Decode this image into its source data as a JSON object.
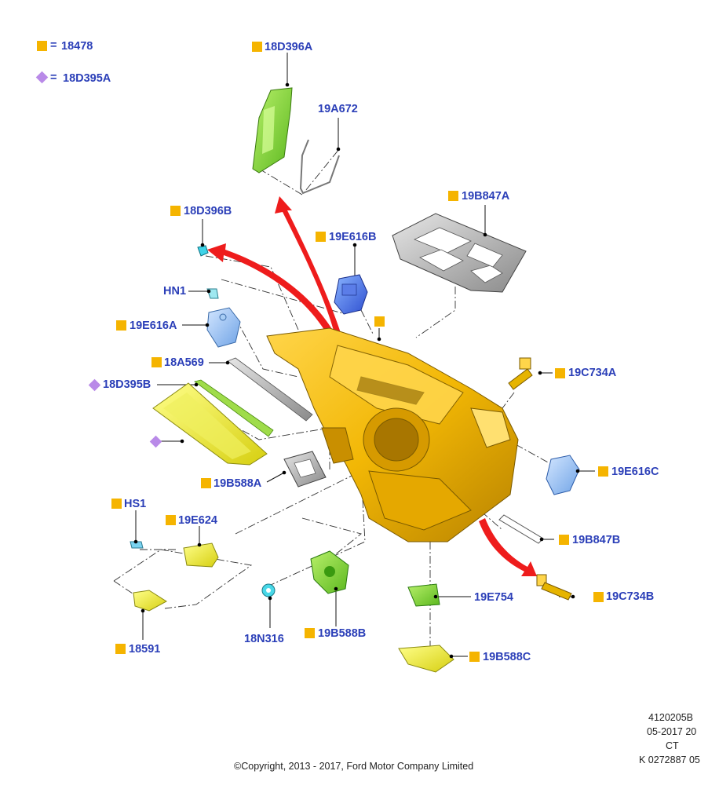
{
  "legend": [
    {
      "symbol": "square",
      "code": "18478",
      "color": "#f5b400"
    },
    {
      "symbol": "diamond",
      "code": "18D395A",
      "color": "#b98ae8"
    }
  ],
  "labels": {
    "18D396A": "18D396A",
    "19A672": "19A672",
    "18D396B": "18D396B",
    "19E616B": "19E616B",
    "19B847A": "19B847A",
    "HN1": "HN1",
    "19E616A": "19E616A",
    "18A569": "18A569",
    "18D395B": "18D395B",
    "19C734A": "19C734A",
    "19E616C": "19E616C",
    "19B588A": "19B588A",
    "19B847B": "19B847B",
    "HS1": "HS1",
    "19E624": "19E624",
    "18N316": "18N316",
    "19B588B": "19B588B",
    "19E754": "19E754",
    "19C734B": "19C734B",
    "18591": "18591",
    "19B588C": "19B588C"
  },
  "footer": {
    "copyright": "©Copyright, 2013 - 2017, Ford Motor Company Limited",
    "ref_lines": [
      "4120205B",
      "05-2017 20",
      "CT",
      "K 0272887 05"
    ]
  },
  "colors": {
    "label": "#2b3fb8",
    "marker_square": "#f5b400",
    "marker_diamond": "#b98ae8",
    "arrow": "#ee1c1c",
    "housing": "#f2b705"
  }
}
